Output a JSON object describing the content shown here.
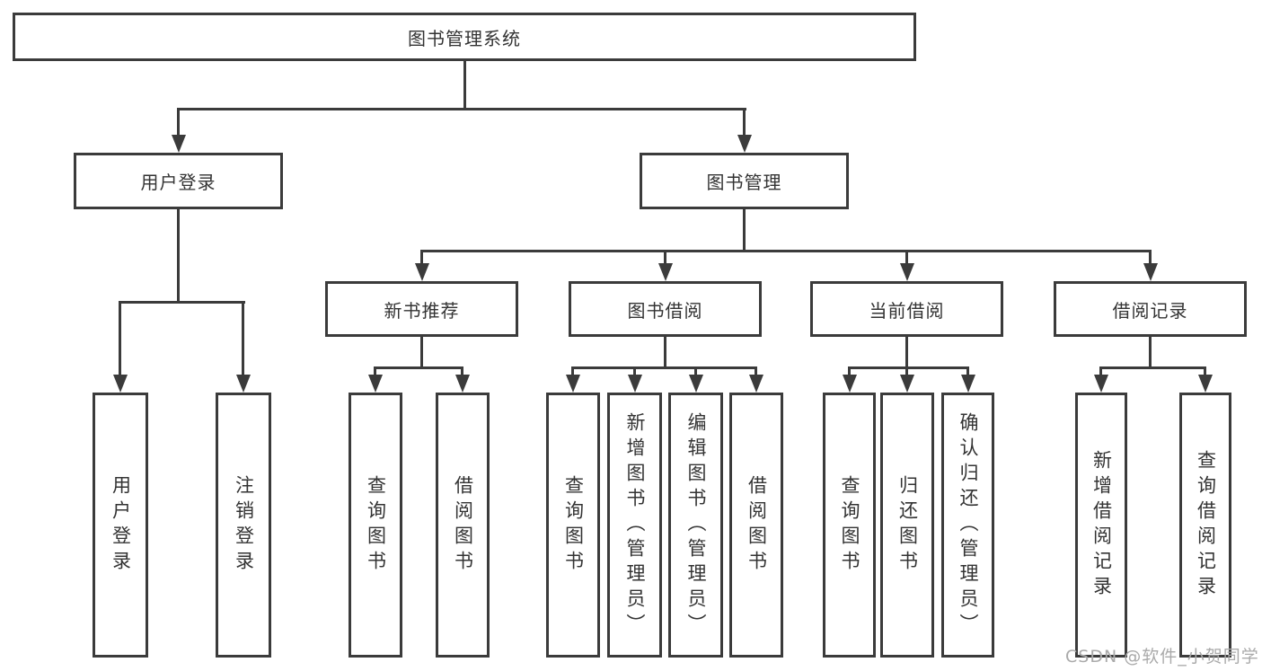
{
  "colors": {
    "line": "#3b3b3b",
    "text": "#333333",
    "background": "#ffffff",
    "watermark": "#aaaaaa"
  },
  "watermark": "CSDN @软件_小贺同学",
  "tree": {
    "root": "图书管理系统",
    "branches": [
      {
        "label": "用户登录",
        "leaves": [
          "用户登录",
          "注销登录"
        ]
      },
      {
        "label": "图书管理",
        "children": [
          {
            "label": "新书推荐",
            "leaves": [
              "查询图书",
              "借阅图书"
            ]
          },
          {
            "label": "图书借阅",
            "leaves": [
              "查询图书",
              "新增图书（管理员）",
              "编辑图书（管理员）",
              "借阅图书"
            ]
          },
          {
            "label": "当前借阅",
            "leaves": [
              "查询图书",
              "归还图书",
              "确认归还（管理员）"
            ]
          },
          {
            "label": "借阅记录",
            "leaves": [
              "新增借阅记录",
              "查询借阅记录"
            ]
          }
        ]
      }
    ]
  }
}
